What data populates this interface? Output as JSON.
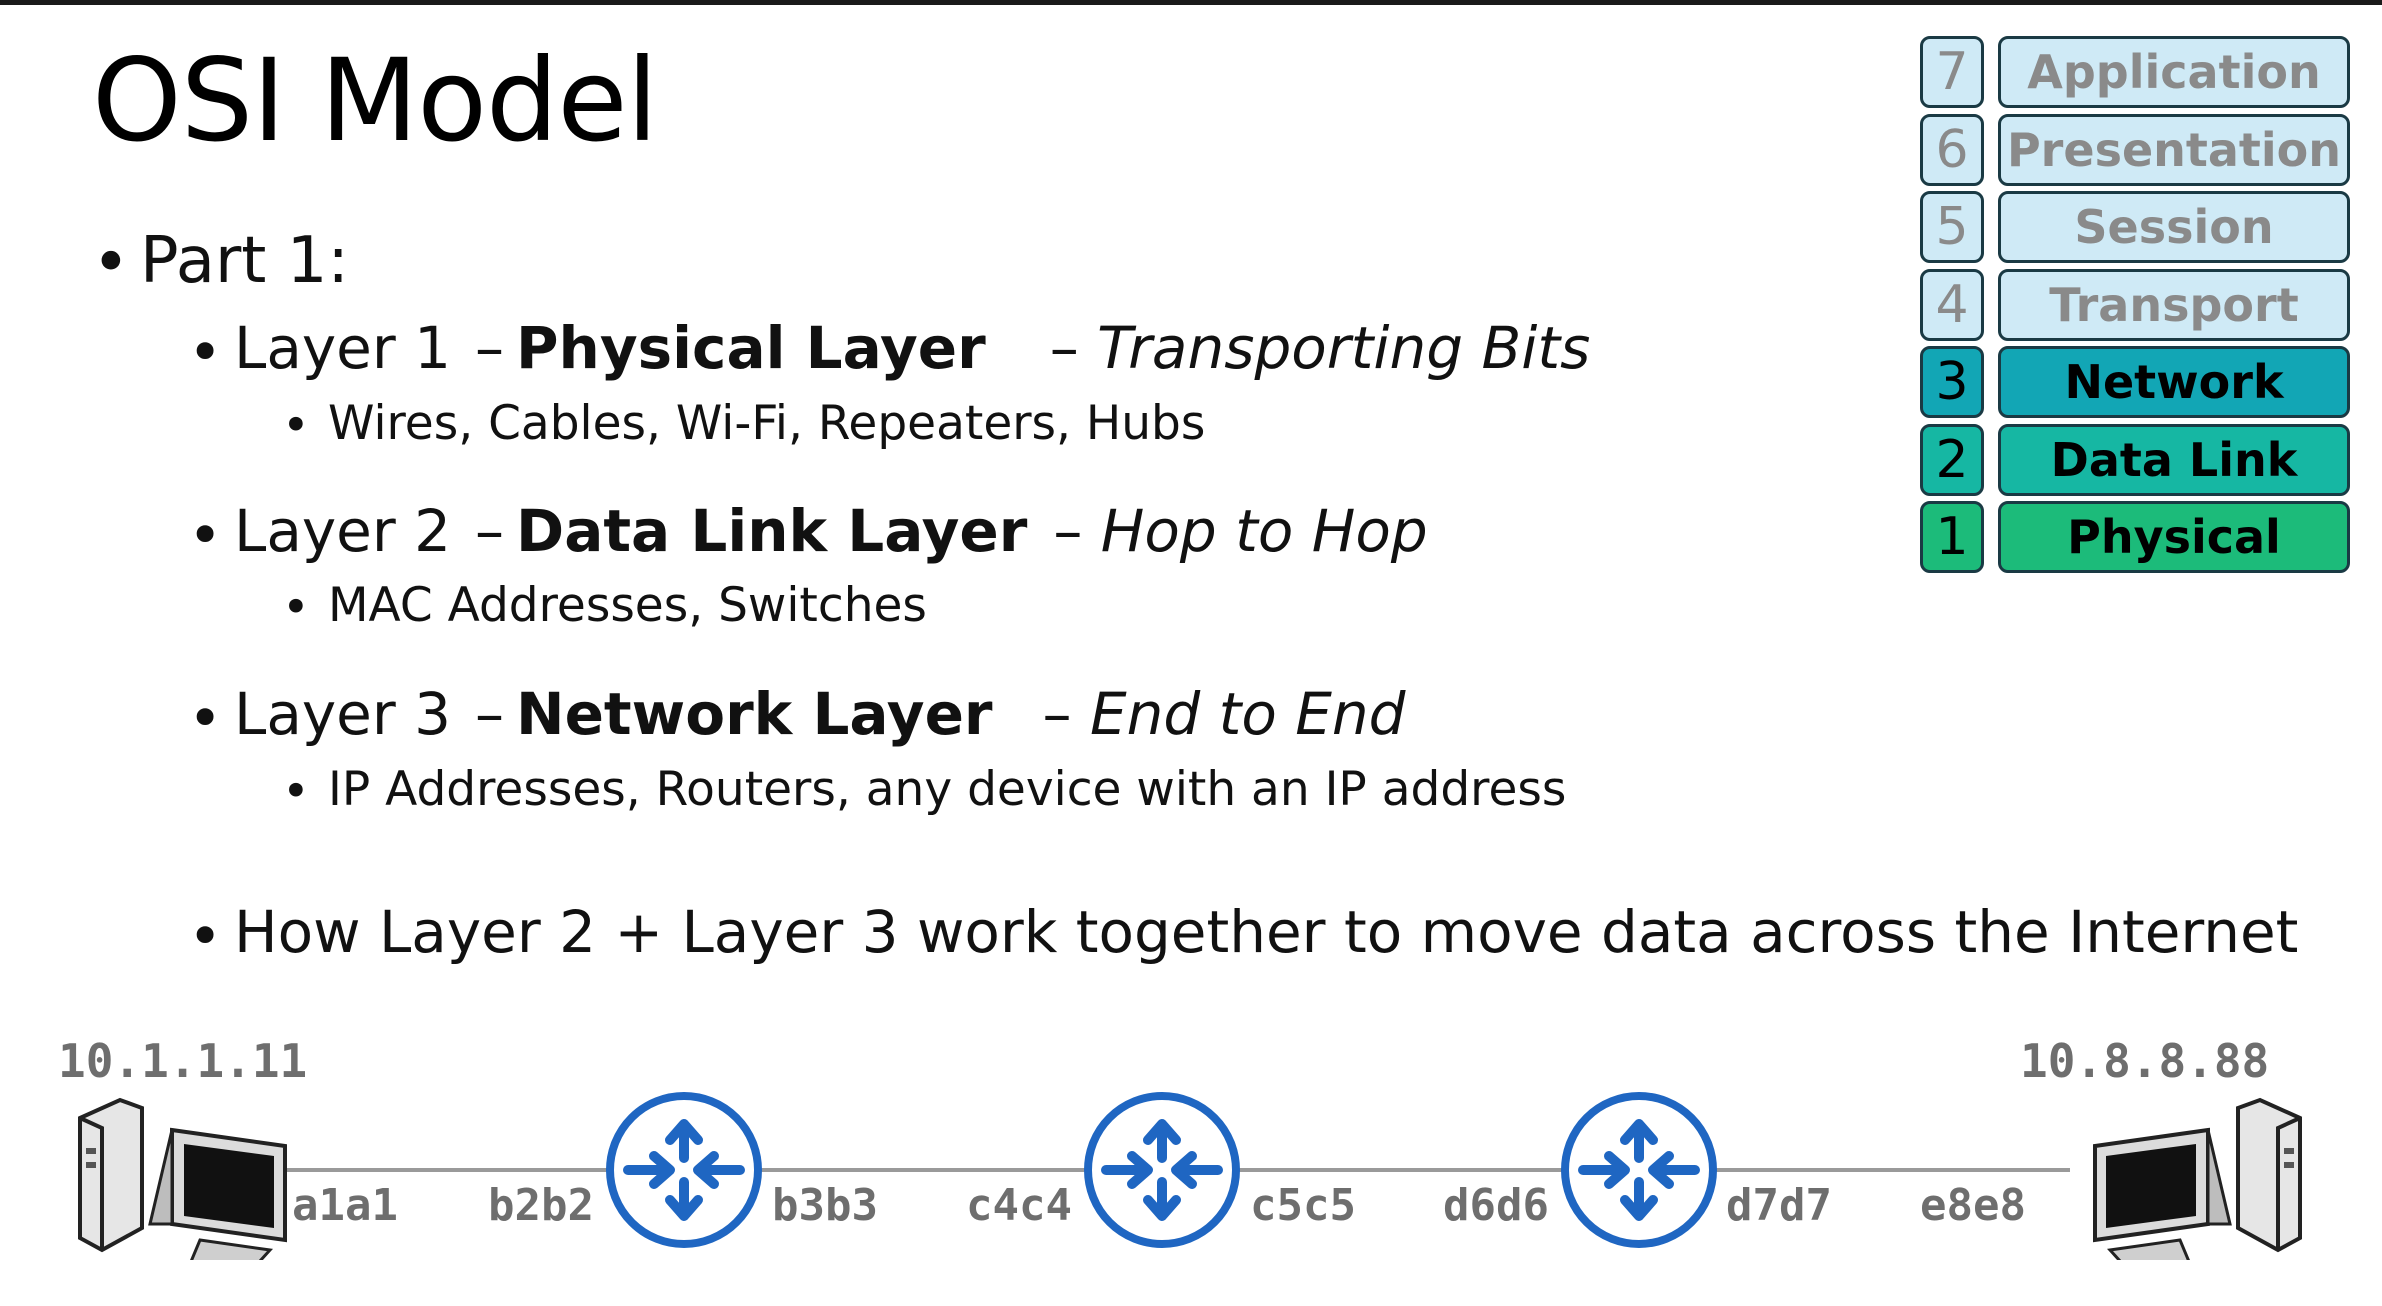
{
  "slide": {
    "title": "OSI Model",
    "part_label": "Part 1:",
    "items": [
      {
        "layer": "Layer 1",
        "name": "Physical Layer",
        "desc": "Transporting Bits",
        "detail": "Wires, Cables, Wi-Fi, Repeaters, Hubs"
      },
      {
        "layer": "Layer 2",
        "name": "Data Link Layer",
        "desc": "Hop to Hop",
        "detail": "MAC Addresses, Switches"
      },
      {
        "layer": "Layer 3",
        "name": "Network Layer",
        "desc": "End to End",
        "detail": "IP Addresses, Routers, any device with an IP address"
      }
    ],
    "summary": "How Layer 2 + Layer 3 work together to move data across the Internet",
    "dash": "–",
    "bullet": "•"
  },
  "osi_stack": [
    {
      "num": "7",
      "name": "Application",
      "fill": "#cfeaf6",
      "text": "#8a8a8a"
    },
    {
      "num": "6",
      "name": "Presentation",
      "fill": "#cfeaf6",
      "text": "#8a8a8a"
    },
    {
      "num": "5",
      "name": "Session",
      "fill": "#cfeaf6",
      "text": "#8a8a8a"
    },
    {
      "num": "4",
      "name": "Transport",
      "fill": "#cfeaf6",
      "text": "#8a8a8a"
    },
    {
      "num": "3",
      "name": "Network",
      "fill": "#12a6b5",
      "text": "#000000"
    },
    {
      "num": "2",
      "name": "Data Link",
      "fill": "#16b7a3",
      "text": "#000000"
    },
    {
      "num": "1",
      "name": "Physical",
      "fill": "#1cbb7a",
      "text": "#000000"
    }
  ],
  "network": {
    "left_host_ip": "10.1.1.11",
    "right_host_ip": "10.8.8.88",
    "macs": [
      "a1a1",
      "b2b2",
      "b3b3",
      "c4c4",
      "c5c5",
      "d6d6",
      "d7d7",
      "e8e8"
    ],
    "router_color": "#1f66c2",
    "line_color": "#9a9a9a",
    "icons": [
      "computer-icon",
      "router-icon",
      "router-icon",
      "router-icon",
      "computer-icon"
    ]
  }
}
